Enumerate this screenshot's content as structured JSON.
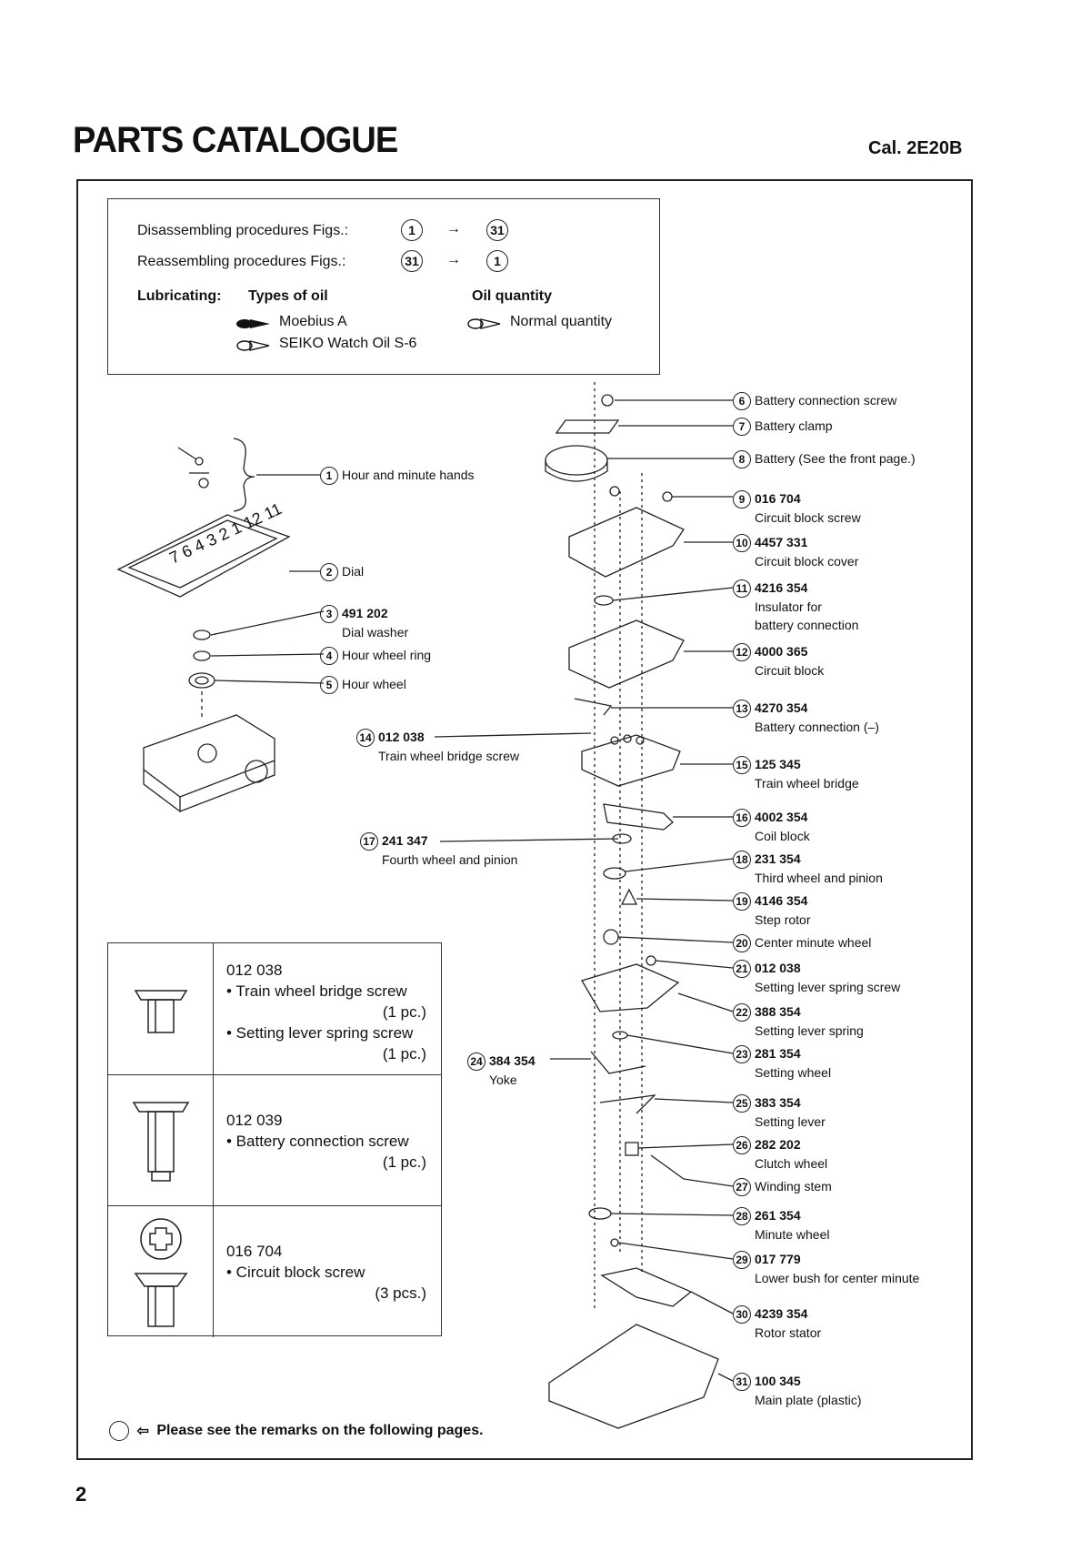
{
  "header": {
    "title": "PARTS CATALOGUE",
    "caliber": "Cal. 2E20B"
  },
  "page_number": "2",
  "legend": {
    "disassembling_label": "Disassembling procedures Figs.:",
    "disassembling_from": "1",
    "disassembling_to": "31",
    "reassembling_label": "Reassembling procedures Figs.:",
    "reassembling_from": "31",
    "reassembling_to": "1",
    "arrow": "→",
    "lubricating_label": "Lubricating:",
    "types_of_oil_label": "Types of oil",
    "oil_quantity_label": "Oil quantity",
    "oil_1": "Moebius A",
    "oil_2": "SEIKO Watch Oil S-6",
    "quantity_1": "Normal quantity"
  },
  "parts": [
    {
      "n": "1",
      "code": "",
      "name": "Hour and minute hands"
    },
    {
      "n": "2",
      "code": "",
      "name": "Dial"
    },
    {
      "n": "3",
      "code": "491 202",
      "name": "Dial washer"
    },
    {
      "n": "4",
      "code": "",
      "name": "Hour wheel ring"
    },
    {
      "n": "5",
      "code": "",
      "name": "Hour wheel"
    },
    {
      "n": "6",
      "code": "",
      "name": "Battery connection screw"
    },
    {
      "n": "7",
      "code": "",
      "name": "Battery clamp"
    },
    {
      "n": "8",
      "code": "",
      "name": "Battery (See the front page.)"
    },
    {
      "n": "9",
      "code": "016 704",
      "name": "Circuit block screw"
    },
    {
      "n": "10",
      "code": "4457 331",
      "name": "Circuit block cover"
    },
    {
      "n": "11",
      "code": "4216 354",
      "name": "Insulator for",
      "name2": "battery connection"
    },
    {
      "n": "12",
      "code": "4000 365",
      "name": "Circuit block"
    },
    {
      "n": "13",
      "code": "4270 354",
      "name": "Battery connection (–)"
    },
    {
      "n": "14",
      "code": "012 038",
      "name": "Train wheel bridge screw"
    },
    {
      "n": "15",
      "code": "125 345",
      "name": "Train wheel bridge"
    },
    {
      "n": "16",
      "code": "4002 354",
      "name": "Coil block"
    },
    {
      "n": "17",
      "code": "241 347",
      "name": "Fourth wheel and pinion"
    },
    {
      "n": "18",
      "code": "231 354",
      "name": "Third wheel and pinion"
    },
    {
      "n": "19",
      "code": "4146 354",
      "name": "Step rotor"
    },
    {
      "n": "20",
      "code": "",
      "name": "Center minute wheel"
    },
    {
      "n": "21",
      "code": "012 038",
      "name": "Setting lever spring screw"
    },
    {
      "n": "22",
      "code": "388 354",
      "name": "Setting lever spring"
    },
    {
      "n": "23",
      "code": "281 354",
      "name": "Setting wheel"
    },
    {
      "n": "24",
      "code": "384 354",
      "name": "Yoke"
    },
    {
      "n": "25",
      "code": "383 354",
      "name": "Setting lever"
    },
    {
      "n": "26",
      "code": "282 202",
      "name": "Clutch wheel"
    },
    {
      "n": "27",
      "code": "",
      "name": "Winding stem"
    },
    {
      "n": "28",
      "code": "261 354",
      "name": "Minute wheel"
    },
    {
      "n": "29",
      "code": "017 779",
      "name": "Lower bush for center minute"
    },
    {
      "n": "30",
      "code": "4239 354",
      "name": "Rotor stator"
    },
    {
      "n": "31",
      "code": "100 345",
      "name": "Main plate (plastic)"
    }
  ],
  "screws": [
    {
      "code": "012 038",
      "items": [
        {
          "name": "• Train wheel bridge screw",
          "qty": "(1 pc.)"
        },
        {
          "name": "• Setting lever spring screw",
          "qty": "(1 pc.)"
        }
      ]
    },
    {
      "code": "012 039",
      "items": [
        {
          "name": "• Battery connection screw",
          "qty": "(1 pc.)"
        }
      ]
    },
    {
      "code": "016 704",
      "items": [
        {
          "name": "• Circuit block screw",
          "qty": "(3 pcs.)"
        }
      ]
    }
  ],
  "remark": "Please see the remarks on the following pages."
}
